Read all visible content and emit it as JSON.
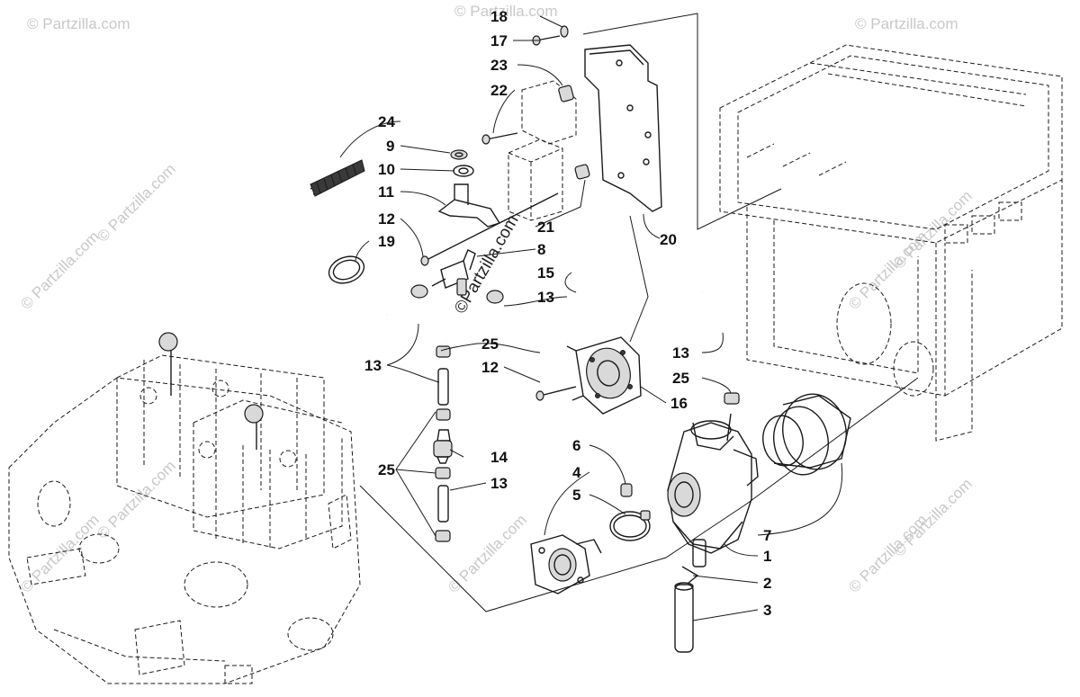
{
  "watermark": {
    "text": "© Partzilla.com",
    "center_text": "©Partzilla.com"
  },
  "callouts": {
    "c1": "1",
    "c2": "2",
    "c3": "3",
    "c4": "4",
    "c5": "5",
    "c6": "6",
    "c7": "7",
    "c8": "8",
    "c9": "9",
    "c10": "10",
    "c11": "11",
    "c12a": "12",
    "c12b": "12",
    "c13a": "13",
    "c13b": "13",
    "c13c": "13",
    "c13d": "13",
    "c14": "14",
    "c15": "15",
    "c16": "16",
    "c17": "17",
    "c18": "18",
    "c19": "19",
    "c20": "20",
    "c21": "21",
    "c22": "22",
    "c23": "23",
    "c24": "24",
    "c25a": "25",
    "c25b": "25",
    "c25c": "25"
  },
  "icons": {
    "engine": "engine-illustration",
    "airbox": "airbox-illustration",
    "carburetor": "carburetor-illustration",
    "fuel_pump": "fuel-pump-illustration",
    "bracket": "mounting-bracket-illustration"
  }
}
